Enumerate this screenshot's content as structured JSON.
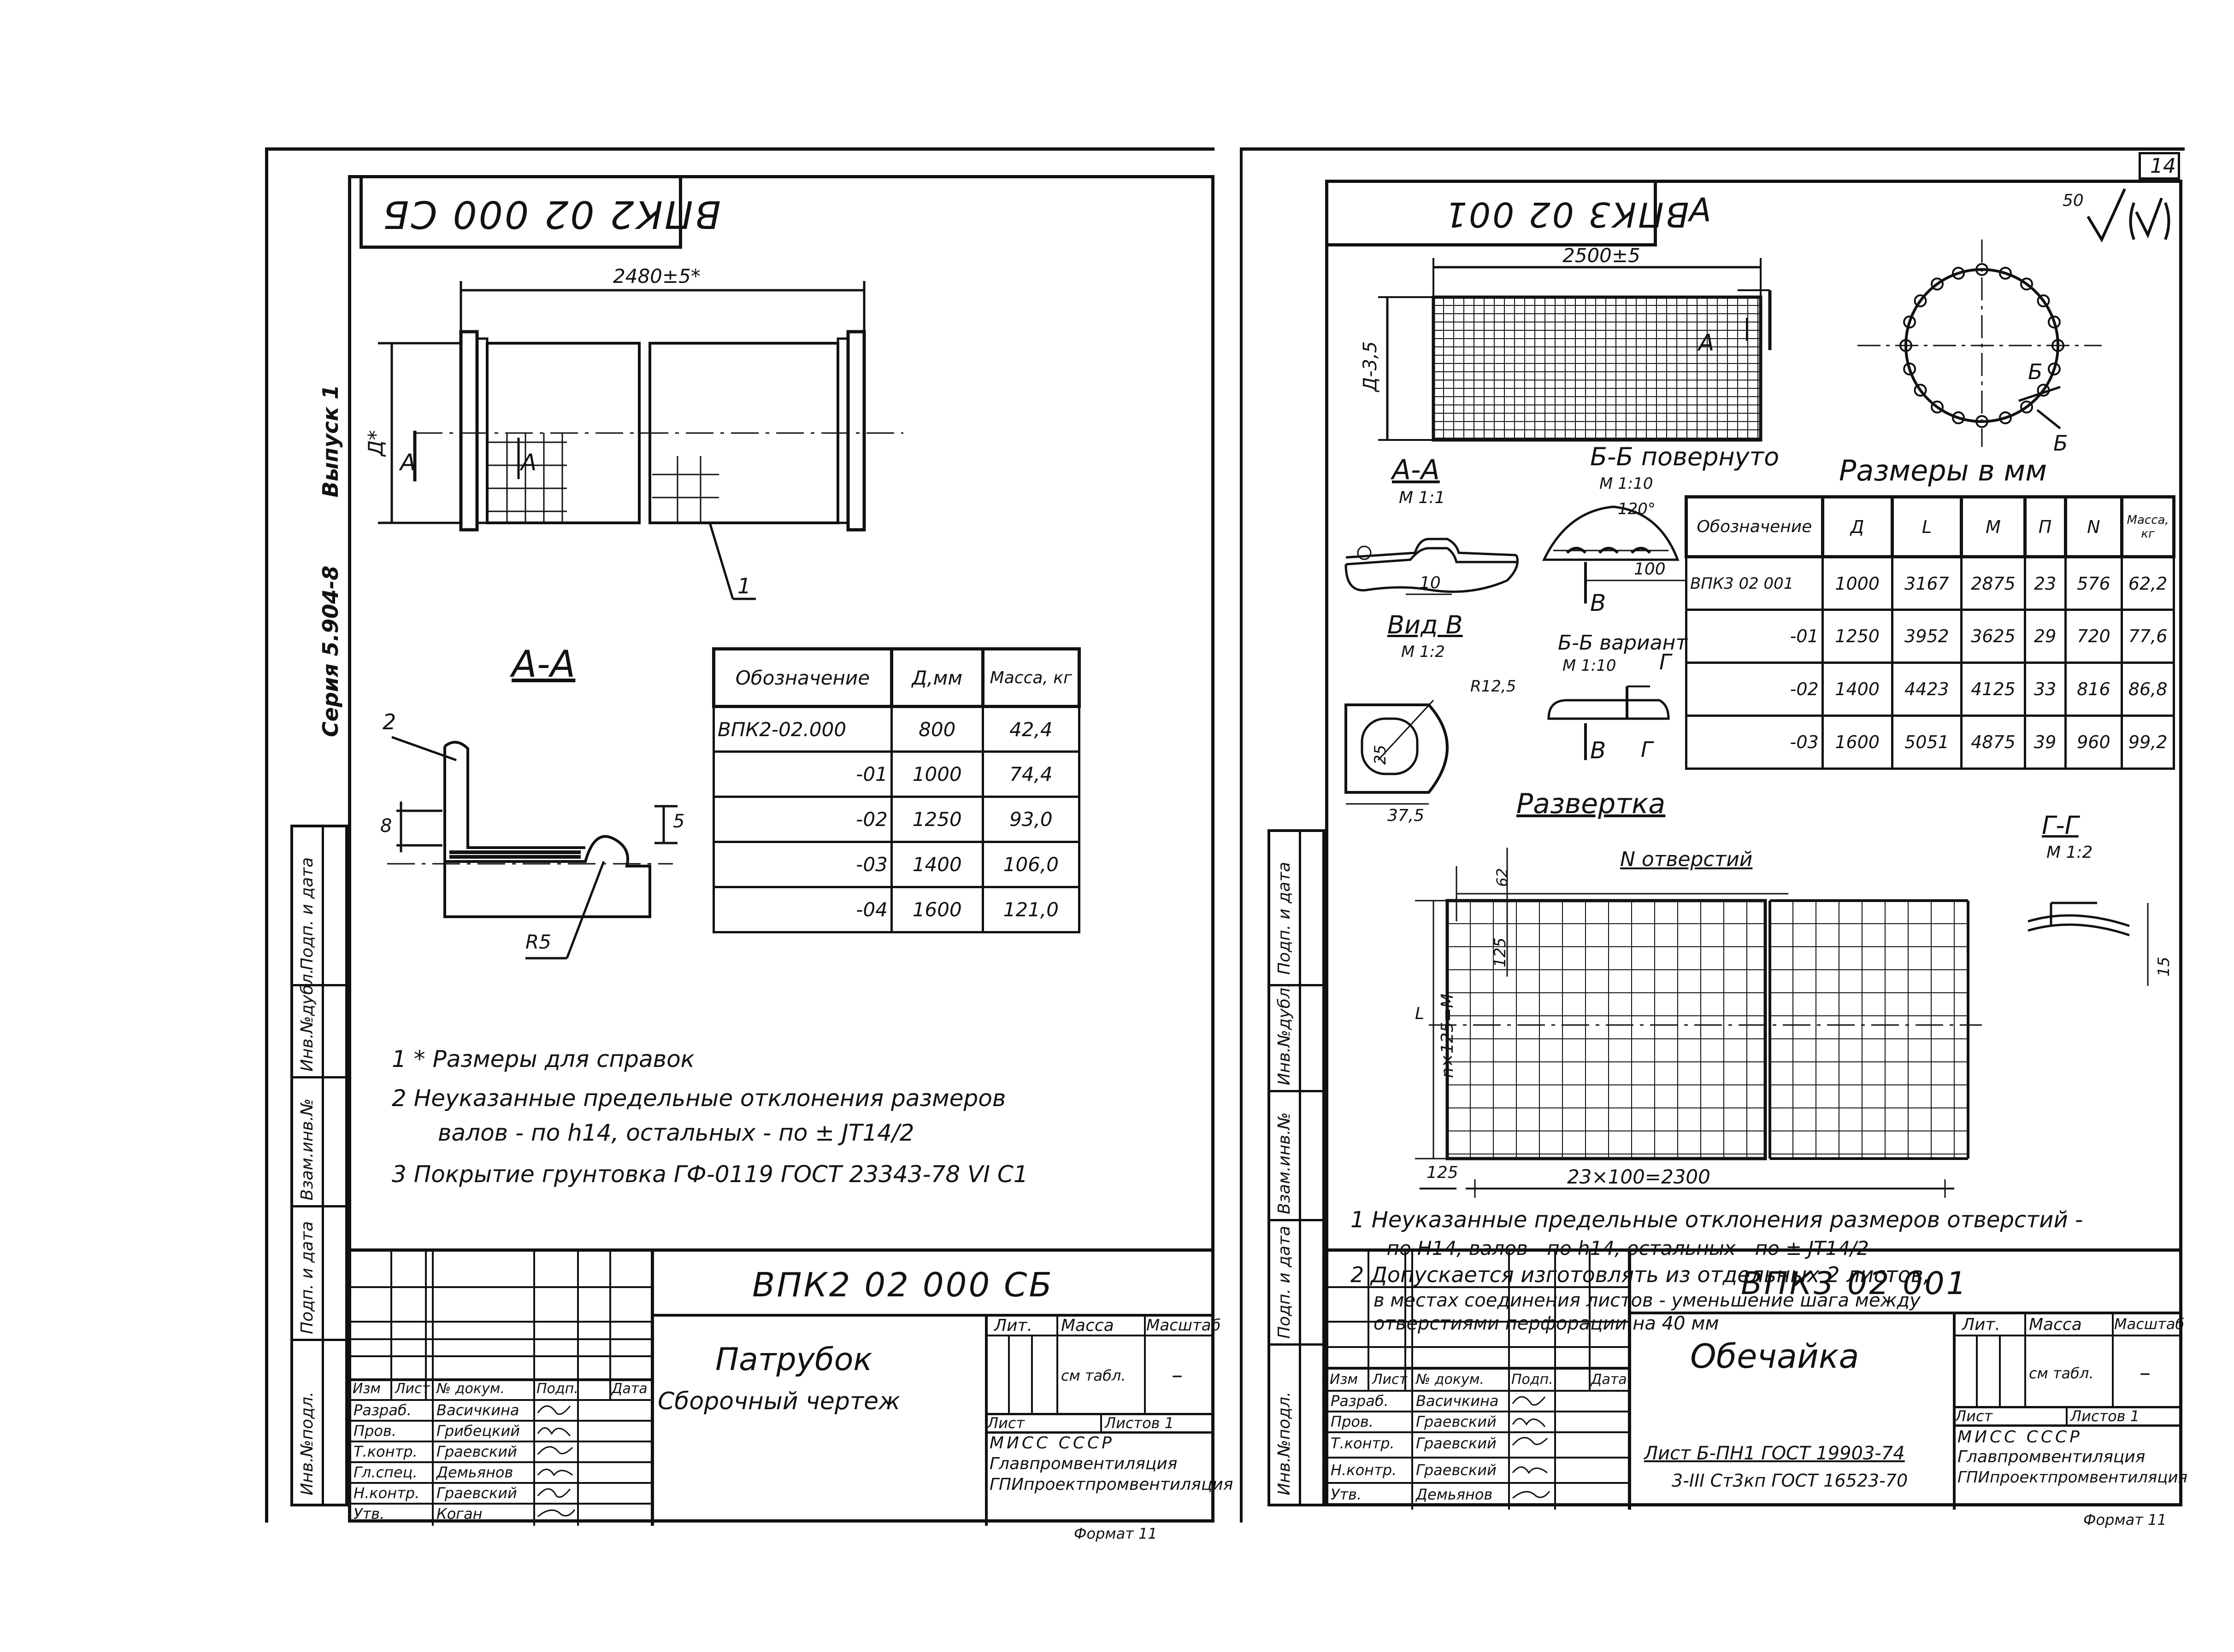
{
  "page_number": "14",
  "left": {
    "top_code": "ВПК2 02 000 СБ",
    "side_series": "Серия 5.904-8",
    "side_issue": "Выпуск 1",
    "dim_length": "2480±5*",
    "dim_height": "Д*",
    "section_marker": "А",
    "part_num_1": "1",
    "part_num_2": "2",
    "section_title": "А-А",
    "dim_8": "8",
    "dim_5": "5",
    "dim_r5": "R5",
    "table": {
      "headers": [
        "Обозначение",
        "Д,мм",
        "Масса, кг"
      ],
      "rows": [
        [
          "ВПК2-02.000",
          "800",
          "42,4"
        ],
        [
          "-01",
          "1000",
          "74,4"
        ],
        [
          "-02",
          "1250",
          "93,0"
        ],
        [
          "-03",
          "1400",
          "106,0"
        ],
        [
          "-04",
          "1600",
          "121,0"
        ]
      ]
    },
    "notes": [
      "1 * Размеры для справок",
      "2 Неуказанные предельные отклонения размеров",
      "валов - по h14, остальных - по ± JT14/2",
      "3 Покрытие грунтовка ГФ-0119 ГОСТ 23343-78 VI С1"
    ],
    "stamp": {
      "code": "ВПК2 02 000 СБ",
      "name": "Патрубок",
      "subtitle": "Сборочный чертеж",
      "lit": "Лит.",
      "massa": "Масса",
      "masshtab": "Масштаб",
      "mass_val": "см табл.",
      "scale_val": "–",
      "list": "Лист",
      "listov": "Листов 1",
      "org1": "МИСС СССР",
      "org2": "Главпромвентиляция",
      "org3": "ГПИпроектпромвентиляция",
      "cols": [
        "Изм",
        "Лист",
        "№ докум.",
        "Подп.",
        "Дата"
      ],
      "roles": [
        "Разраб.",
        "Пров.",
        "Т.контр.",
        "Гл.спец.",
        "Н.контр.",
        "Утв."
      ],
      "names": [
        "Васичкина",
        "Грибецкий",
        "Граевский",
        "Демьянов",
        "Граевский",
        "Коган"
      ],
      "format": "Формат 11"
    },
    "side_stamp": [
      "Инв.№подл.",
      "Подп. и дата",
      "Взам.инв.№",
      "Инв.№дубл.",
      "Подп. и дата"
    ]
  },
  "right": {
    "top_code": "ВПК3 02 001",
    "section_marker": "А",
    "roughness": "50",
    "dim_length": "2500±5",
    "dim_height": "Д-3,5",
    "view_aa": "А-А",
    "view_aa_scale": "М 1:1",
    "view_bb": "Б-Б повернуто",
    "view_bb_scale": "М 1:10",
    "angle": "120°",
    "dim_100": "100",
    "dim_10": "10",
    "view_v": "Вид В",
    "view_v_scale": "М 1:2",
    "view_bb_var": "Б-Б вариант",
    "view_bb_var_scale": "М 1:10",
    "letter_b": "Б",
    "letter_v": "В",
    "letter_g": "Г",
    "dim_r125": "R12,5",
    "dim_25": "25",
    "dim_375": "37,5",
    "razvertka": "Развертка",
    "dim_table_title": "Размеры в мм",
    "table": {
      "headers": [
        "Обозначение",
        "Д",
        "L",
        "M",
        "П",
        "N",
        "Масса, кг"
      ],
      "rows": [
        [
          "ВПК3 02 001",
          "1000",
          "3167",
          "2875",
          "23",
          "576",
          "62,2"
        ],
        [
          "-01",
          "1250",
          "3952",
          "3625",
          "29",
          "720",
          "77,6"
        ],
        [
          "-02",
          "1400",
          "4423",
          "4125",
          "33",
          "816",
          "86,8"
        ],
        [
          "-03",
          "1600",
          "5051",
          "4875",
          "39",
          "960",
          "99,2"
        ]
      ]
    },
    "view_gg": "Г-Г",
    "view_gg_scale": "М 1:2",
    "dim_15": "15",
    "n_holes": "N отверстий",
    "dim_62": "62",
    "dim_125a": "125",
    "dim_nx125": "n×125=M",
    "dim_L": "L",
    "dim_125b": "125",
    "dim_bottom": "23×100=2300",
    "notes": [
      "1 Неуказанные предельные отклонения размеров отверстий -",
      "- по H14, валов - по h14, остальных - по ± JT14/2",
      "2 Допускается изготовлять из отдельных 2 листов,",
      "в местах соединения листов - уменьшение шага между",
      "отверстиями перфорации на 40 мм"
    ],
    "stamp": {
      "code": "ВПК3 02 001",
      "name": "Обечайка",
      "material_1": "Лист Б-ПН1 ГОСТ 19903-74",
      "material_2": "3-III Ст3кп ГОСТ 16523-70",
      "lit": "Лит.",
      "massa": "Масса",
      "masshtab": "Масштаб",
      "mass_val": "см табл.",
      "scale_val": "–",
      "list": "Лист",
      "listov": "Листов 1",
      "org1": "МИСС СССР",
      "org2": "Главпромвентиляция",
      "org3": "ГПИпроектпромвентиляция",
      "cols": [
        "Изм",
        "Лист",
        "№ докум.",
        "Подп.",
        "Дата"
      ],
      "roles": [
        "Разраб.",
        "Пров.",
        "Т.контр.",
        "Н.контр.",
        "Утв."
      ],
      "names": [
        "Васичкина",
        "Граевский",
        "Граевский",
        "Граевский",
        "Демьянов"
      ],
      "format": "Формат 11"
    },
    "side_stamp": [
      "Инв.№подл.",
      "Подп. и дата",
      "Взам.инв.№",
      "Инв.№дубл.",
      "Подп. и дата"
    ]
  }
}
